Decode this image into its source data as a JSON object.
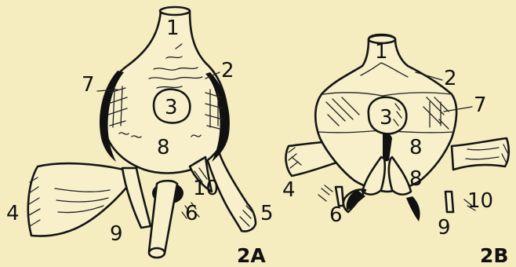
{
  "figure_a": {
    "panel_label": "2A",
    "labels": [
      "1",
      "2",
      "3",
      "4",
      "5",
      "6",
      "7",
      "8",
      "9",
      "10"
    ]
  },
  "figure_b": {
    "panel_label": "2B",
    "labels": [
      "1",
      "2",
      "3",
      "4",
      "6",
      "7",
      "8",
      "8",
      "9",
      "10"
    ]
  },
  "colors": {
    "background": "#f5ecc0",
    "ink": "#151515"
  }
}
